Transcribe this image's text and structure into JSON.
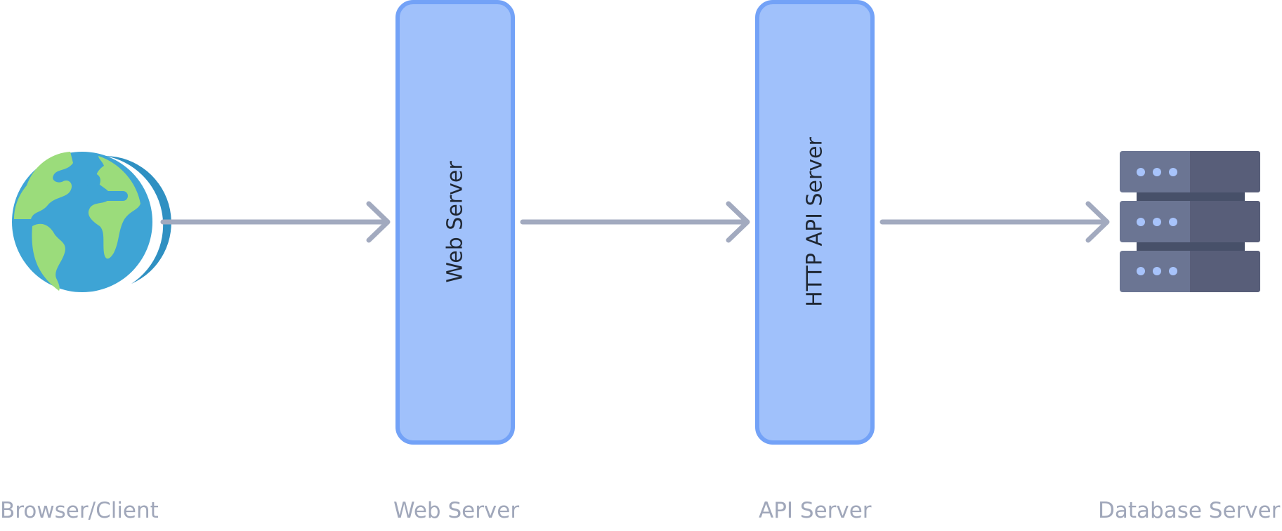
{
  "nodes": {
    "browser": {
      "caption": "Browser/Client",
      "icon": "globe-icon"
    },
    "web_server": {
      "box_label": "Web Server",
      "caption": "Web Server"
    },
    "api_server": {
      "box_label": "HTTP API Server",
      "caption": "API Server"
    },
    "database": {
      "caption": "Database Server",
      "icon": "database-server-icon"
    }
  },
  "edges": [
    {
      "from": "Browser/Client",
      "to": "Web Server"
    },
    {
      "from": "Web Server",
      "to": "HTTP API Server"
    },
    {
      "from": "HTTP API Server",
      "to": "Database Server"
    }
  ],
  "colors": {
    "box_fill": "#a0c1fb",
    "box_stroke": "#73a2f7",
    "arrow": "#a2aabf",
    "caption": "#a0a7ba",
    "ocean": "#3ea4d5",
    "land": "#9bdc7b",
    "server_light": "#6b7593",
    "server_dark": "#585e79",
    "server_led": "#a7c3fb"
  }
}
